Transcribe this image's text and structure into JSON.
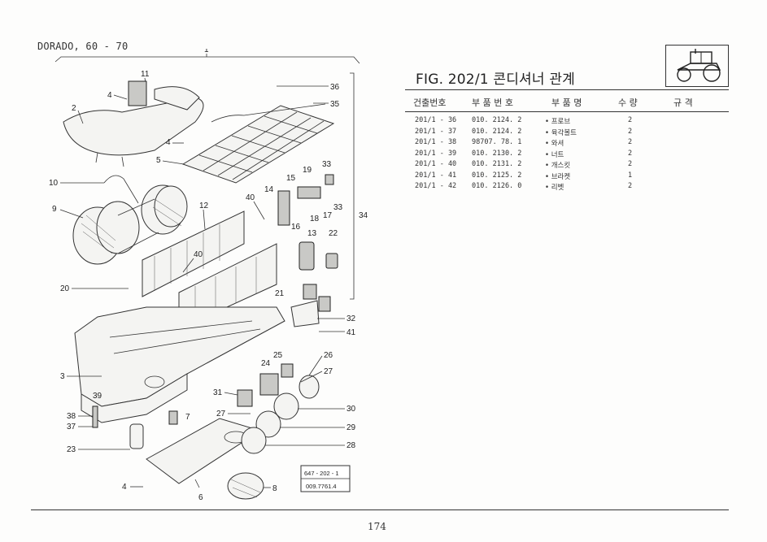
{
  "model_title": "DORADO, 60 - 70",
  "figure_title": "FIG. 202/1 콘디셔너 관계",
  "table": {
    "headers": {
      "ref": "건출번호",
      "part_number": "부 품 번 호",
      "name": "부 품 명",
      "qty": "수 량",
      "spec": "규 격"
    },
    "rows": [
      {
        "ref": "201/1 - 36",
        "part_number": "010. 2124. 2",
        "name": "• 프로브",
        "qty": "2"
      },
      {
        "ref": "201/1 - 37",
        "part_number": "010. 2124. 2",
        "name": "• 육각볼트",
        "qty": "2"
      },
      {
        "ref": "201/1 - 38",
        "part_number": "98707. 78. 1",
        "name": "• 와셔",
        "qty": "2"
      },
      {
        "ref": "201/1 - 39",
        "part_number": "010. 2130. 2",
        "name": "• 너트",
        "qty": "2"
      },
      {
        "ref": "201/1 - 40",
        "part_number": "010. 2131. 2",
        "name": "• 개스킷",
        "qty": "2"
      },
      {
        "ref": "201/1 - 41",
        "part_number": "010. 2125. 2",
        "name": "• 브라켓",
        "qty": "1"
      },
      {
        "ref": "201/1 - 42",
        "part_number": "010. 2126. 0",
        "name": "• 리벳",
        "qty": "2"
      }
    ]
  },
  "callouts": {
    "c1": "1",
    "c2": "2",
    "c3": "3",
    "c4a": "4",
    "c4b": "4",
    "c4c": "4",
    "c5": "5",
    "c6": "6",
    "c7": "7",
    "c8": "8",
    "c9": "9",
    "c10": "10",
    "c11": "11",
    "c12": "12",
    "c13": "13",
    "c14": "14",
    "c15": "15",
    "c16": "16",
    "c17": "17",
    "c18": "18",
    "c19": "19",
    "c20": "20",
    "c21": "21",
    "c22": "22",
    "c23": "23",
    "c24": "24",
    "c25": "25",
    "c26": "26",
    "c27a": "27",
    "c27b": "27",
    "c28": "28",
    "c29": "29",
    "c30": "30",
    "c31": "31",
    "c32": "32",
    "c33a": "33",
    "c33b": "33",
    "c34": "34",
    "c35": "35",
    "c36": "36",
    "c37": "37",
    "c38": "38",
    "c39": "39",
    "c40a": "40",
    "c40b": "40",
    "c41": "41"
  },
  "stamp": {
    "line1": "647 - 202 - 1",
    "line2": "009.7761.4"
  },
  "page_number": "174",
  "icons": {
    "tractor": "tractor-icon"
  }
}
